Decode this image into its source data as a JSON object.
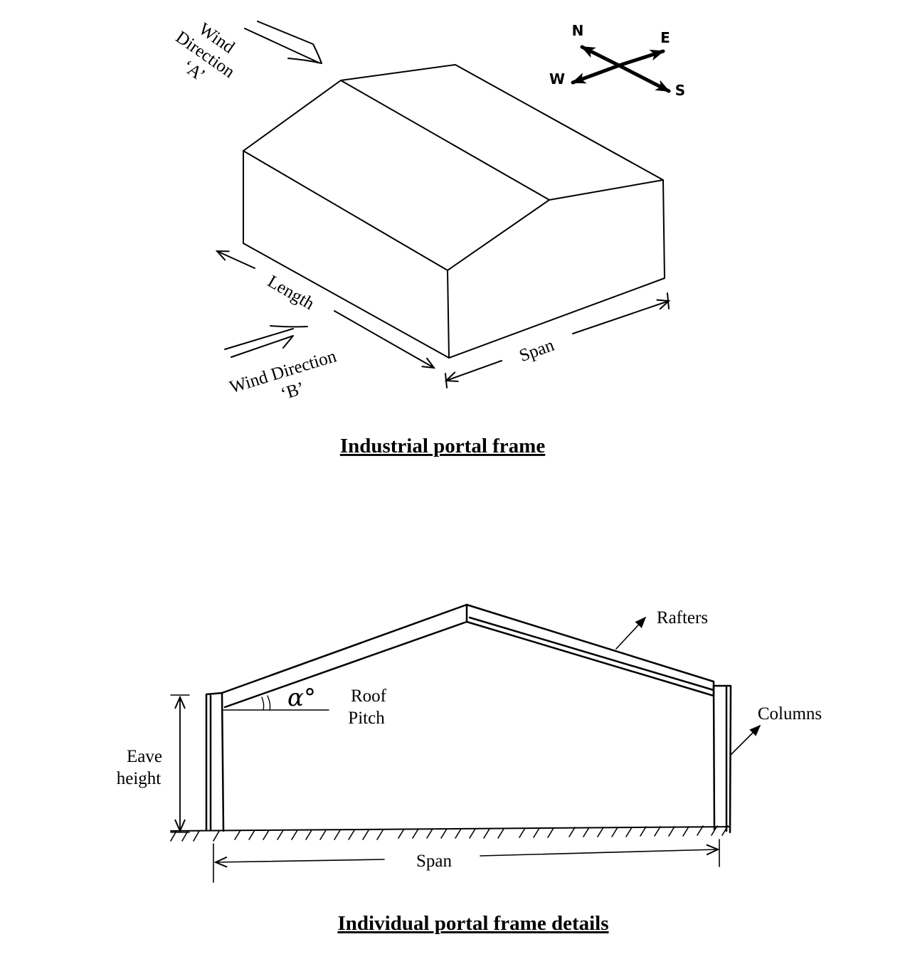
{
  "figure1": {
    "caption": "Industrial portal frame",
    "wind_a": {
      "line1": "Wind",
      "line2": "Direction",
      "line3": "‘A’"
    },
    "wind_b": {
      "line1": "Wind Direction",
      "line2": "‘B’"
    },
    "length_label": "Length",
    "span_label": "Span",
    "compass": {
      "north": "N",
      "east": "E",
      "south": "S",
      "west": "W"
    }
  },
  "figure2": {
    "caption": "Individual portal frame details",
    "rafters_label": "Rafters",
    "columns_label": "Columns",
    "roof_pitch": {
      "line1": "Roof",
      "line2": "Pitch"
    },
    "angle_symbol": "α°",
    "eave_height": {
      "line1": "Eave",
      "line2": "height"
    },
    "span_label": "Span"
  }
}
